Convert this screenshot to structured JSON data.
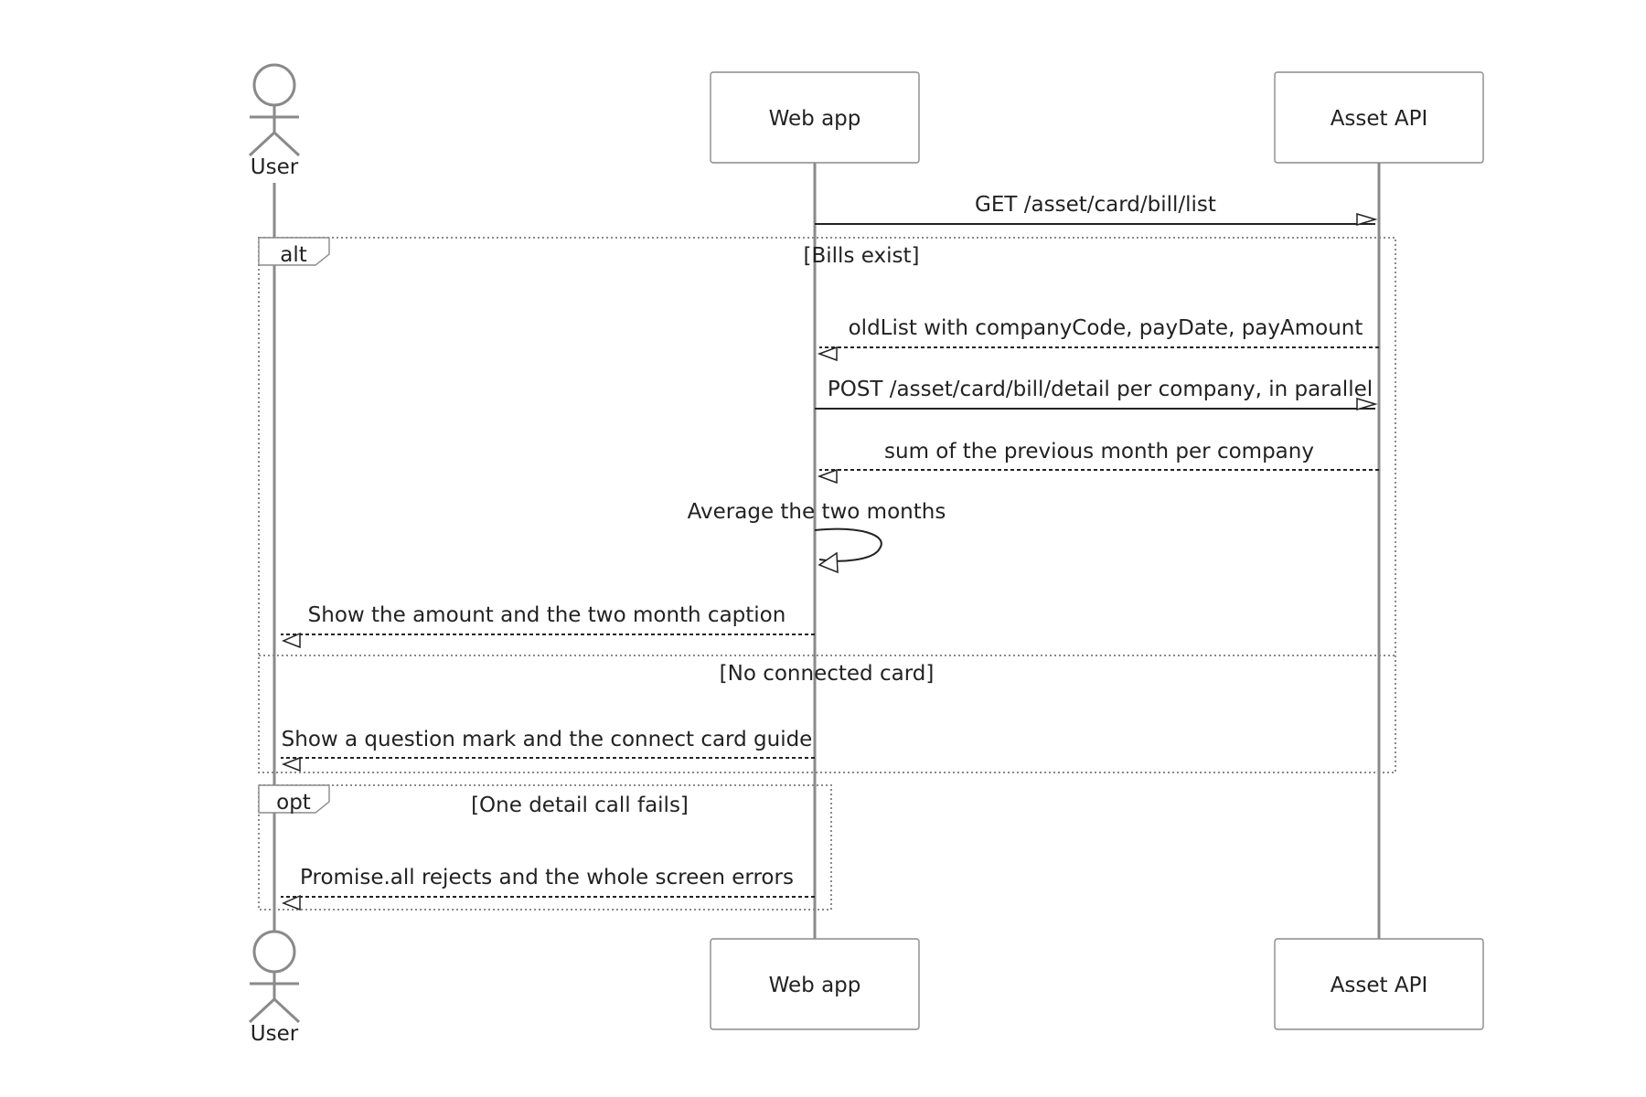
{
  "participants": {
    "user": "User",
    "webapp": "Web app",
    "assetapi": "Asset API"
  },
  "frames": {
    "alt": {
      "tag": "alt",
      "condition_1": "[Bills exist]",
      "condition_2": "[No connected card]"
    },
    "opt": {
      "tag": "opt",
      "condition": "[One detail call fails]"
    }
  },
  "messages": {
    "get_list": "GET /asset/card/bill/list",
    "old_list": "oldList with companyCode, payDate, payAmount",
    "post_detail": "POST /asset/card/bill/detail per company, in parallel",
    "sum_prev": "sum of the previous month per company",
    "average": "Average the two months",
    "show_amount": "Show the amount and the two month caption",
    "show_question": "Show a question mark and the connect card guide",
    "promise_reject": "Promise.all rejects and the whole screen errors"
  }
}
